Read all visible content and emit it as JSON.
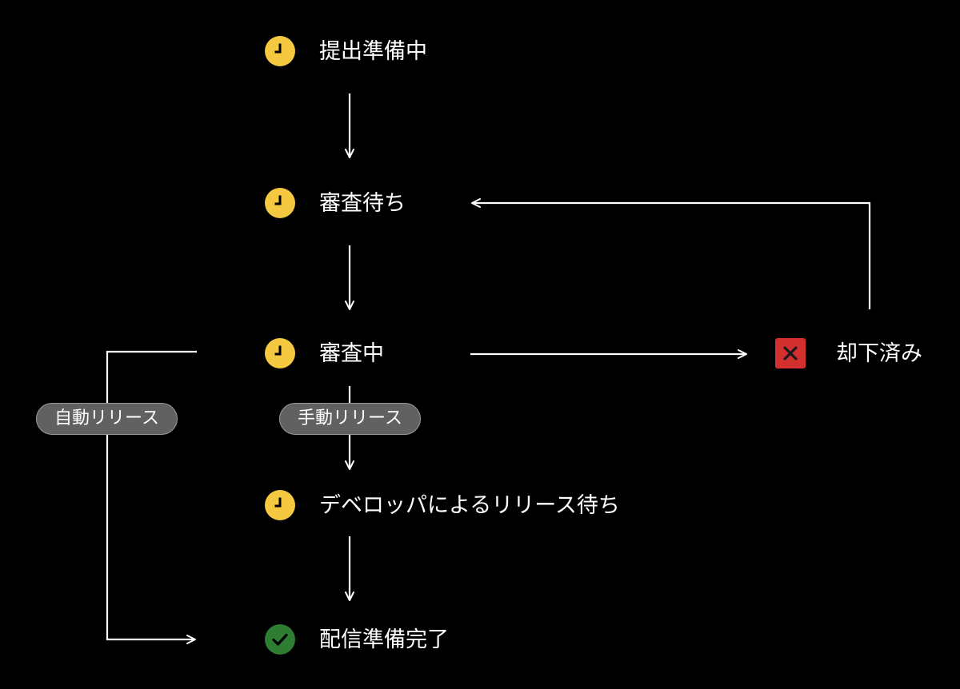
{
  "colors": {
    "background": "#000000",
    "line": "#ffffff",
    "clock": "#f5c842",
    "rejected": "#d32f2f",
    "done": "#2e7d32",
    "pill": "#616161"
  },
  "nodes": {
    "prepare": {
      "label": "提出準備中",
      "icon": "clock-icon"
    },
    "waiting_review": {
      "label": "審査待ち",
      "icon": "clock-icon"
    },
    "in_review": {
      "label": "審査中",
      "icon": "clock-icon"
    },
    "rejected": {
      "label": "却下済み",
      "icon": "x-mark-icon"
    },
    "waiting_dev_release": {
      "label": "デベロッパによるリリース待ち",
      "icon": "clock-icon"
    },
    "ready": {
      "label": "配信準備完了",
      "icon": "checkmark-icon"
    }
  },
  "labels": {
    "auto_release": "自動リリース",
    "manual_release": "手動リリース"
  }
}
